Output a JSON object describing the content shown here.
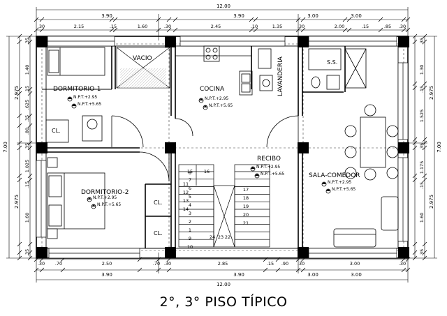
{
  "title": "2°, 3° PISO TÍPICO",
  "rooms": {
    "dormitorio1": "DORMITORIO-1",
    "dormitorio2": "DORMITORIO-2",
    "vacio": "VACIO",
    "cocina": "COCINA",
    "lavanderia": "LAVANDERIA",
    "ss": "S.S.",
    "recibo": "RECIBO",
    "sala_comedor": "SALA-COMEDOR",
    "closet": "CL."
  },
  "levels": {
    "npt_1": "N.P.T.+2.95",
    "npt_2": "N.P.T.+5.65"
  },
  "stairs": {
    "steps": [
      "1",
      "2",
      "3",
      "4",
      "5",
      "6",
      "7",
      "8",
      "9",
      "10",
      "11",
      "12",
      "13",
      "14",
      "15",
      "16",
      "17",
      "18",
      "19",
      "20",
      "21",
      "22",
      "23",
      "24"
    ]
  },
  "dimensions": {
    "total_width": "12.00",
    "total_depth": "7.00",
    "top_main": [
      "3.90",
      "3.90",
      "3.00",
      "3.00"
    ],
    "top_detail": [
      ".30",
      "2.15",
      ".15",
      "1.60",
      ".30",
      "2.45",
      ".10",
      "1.35",
      ".30",
      "2.00",
      ".15",
      ".85",
      ".30"
    ],
    "bottom_detail": [
      ".30",
      ".70",
      "2.50",
      ".70",
      ".30",
      "2.85",
      ".15",
      ".90",
      ".30",
      "3.00",
      ".30"
    ],
    "bottom_main": [
      "3.90",
      "3.90",
      "3.00",
      "3.00"
    ],
    "left_detail": [
      ".35",
      "1.40",
      ".15",
      ".625",
      ".35",
      ".80",
      ".35",
      "1.025",
      ".15",
      "1.60",
      ".35"
    ],
    "left_main": [
      "2.975",
      "2.975"
    ],
    "right_detail": [
      ".35",
      "1.30",
      ".15",
      "1.525",
      ".35",
      "1.175",
      ".15",
      "1.60",
      ".35"
    ],
    "right_main": [
      "2.975",
      "2.975"
    ]
  }
}
